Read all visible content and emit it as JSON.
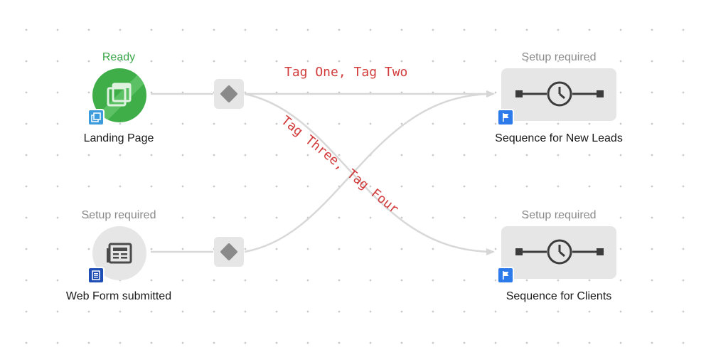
{
  "nodes": {
    "landing_page": {
      "status": "Ready",
      "label": "Landing Page",
      "icon": "landing-page-icon",
      "badge_icon": "landing-page-badge-icon",
      "color": "#3fae49"
    },
    "web_form": {
      "status": "Setup required",
      "label": "Web Form submitted",
      "icon": "web-form-icon",
      "badge_icon": "form-badge-icon"
    },
    "sequence_new_leads": {
      "status": "Setup required",
      "label": "Sequence for New Leads",
      "icon": "timer-sequence-icon",
      "badge_icon": "flag-icon"
    },
    "sequence_clients": {
      "status": "Setup required",
      "label": "Sequence for Clients",
      "icon": "timer-sequence-icon",
      "badge_icon": "flag-icon"
    }
  },
  "decisions": [
    {
      "icon": "decision-diamond-icon"
    },
    {
      "icon": "decision-diamond-icon"
    }
  ],
  "connectors": {
    "tag_one_two": "Tag One, Tag Two",
    "tag_three_four": "Tag Three, Tag Four"
  },
  "colors": {
    "ready": "#3aa64a",
    "setup_required": "#8a8a8a",
    "tag_label": "#d23b3b",
    "connector": "#d8d8d8",
    "node_bg": "#e6e6e6",
    "badge_flag": "#2d7bea"
  }
}
